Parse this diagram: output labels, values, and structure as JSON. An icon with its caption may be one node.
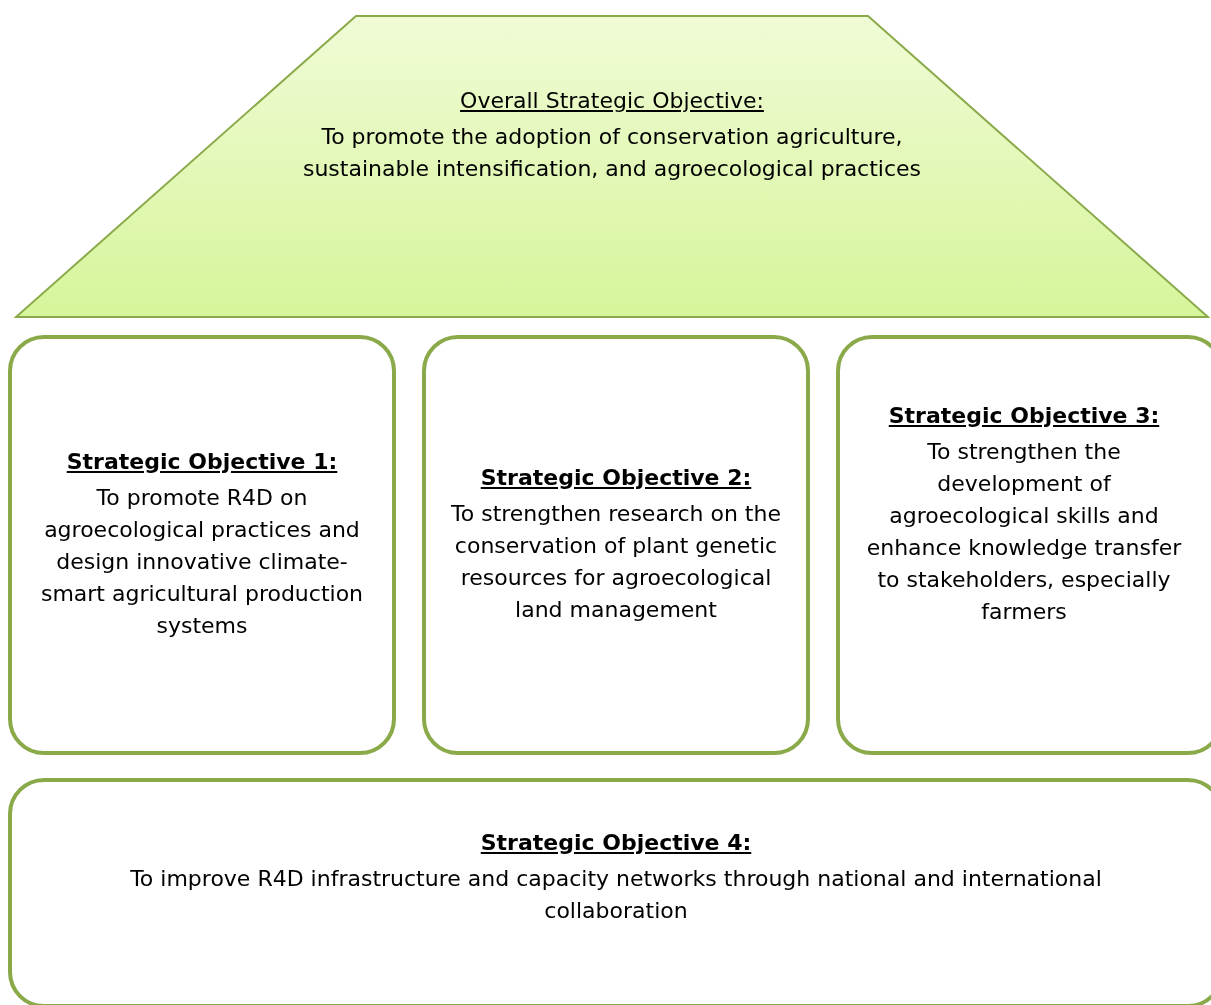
{
  "diagram": {
    "nodes": [
      {
        "text": [
          "Overall Strategic Objective:",
          "To promote the adoption of conservation agriculture, sustainable intensification, and agroecological practices"
        ]
      },
      {
        "text": [
          "Strategic Objective 1:",
          "To promote R4D on agroecological practices and design innovative climate-smart agricultural production systems"
        ]
      },
      {
        "text": [
          "Strategic Objective 2:",
          "To strengthen research on the conservation of plant genetic resources for agroecological land management"
        ]
      },
      {
        "text": [
          "Strategic Objective 3:",
          "To strengthen the development of agroecological skills and enhance knowledge transfer to stakeholders, especially farmers"
        ]
      },
      {
        "text": [
          "Strategic Objective 4:",
          "To improve R4D infrastructure and capacity networks through national and international collaboration"
        ]
      }
    ],
    "edges": []
  }
}
